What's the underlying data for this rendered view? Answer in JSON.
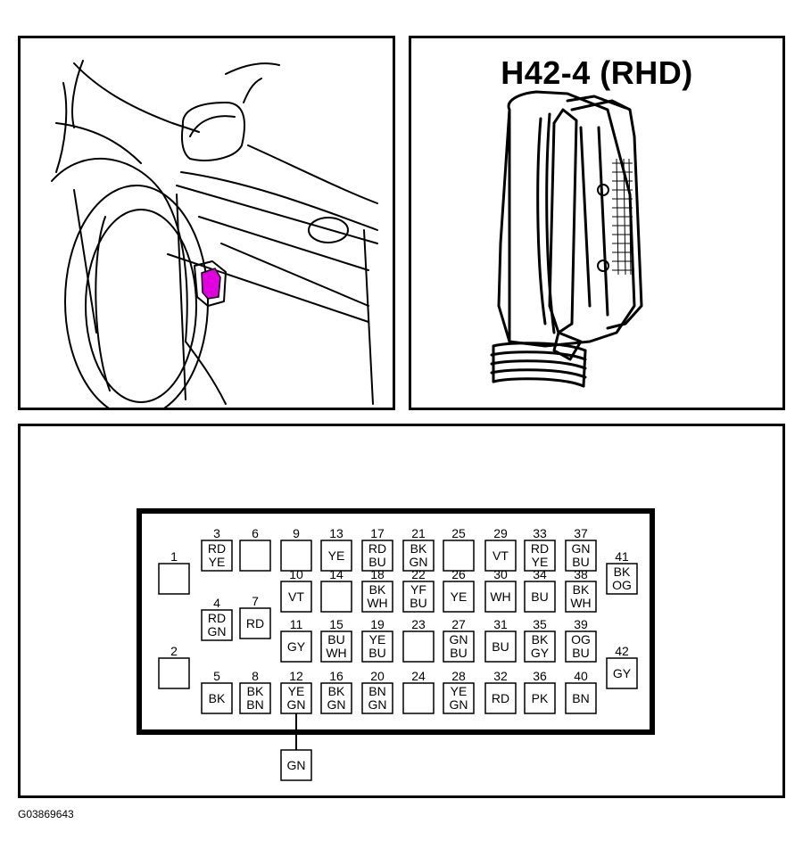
{
  "connector_title": "H42-4 (RHD)",
  "figure_code": "G03869643",
  "highlight_color": "#e000e0",
  "pins": [
    {
      "num": "1",
      "label": ""
    },
    {
      "num": "2",
      "label": ""
    },
    {
      "num": "3",
      "label": "RD YE"
    },
    {
      "num": "4",
      "label": "RD GN"
    },
    {
      "num": "5",
      "label": "BK"
    },
    {
      "num": "6",
      "label": ""
    },
    {
      "num": "7",
      "label": "RD"
    },
    {
      "num": "8",
      "label": "BK BN"
    },
    {
      "num": "9",
      "label": ""
    },
    {
      "num": "10",
      "label": "VT"
    },
    {
      "num": "11",
      "label": "GY"
    },
    {
      "num": "12",
      "label": "YE GN"
    },
    {
      "num": "13",
      "label": "YE"
    },
    {
      "num": "14",
      "label": ""
    },
    {
      "num": "15",
      "label": "BU WH"
    },
    {
      "num": "16",
      "label": "BK GN"
    },
    {
      "num": "17",
      "label": "RD BU"
    },
    {
      "num": "18",
      "label": "BK WH"
    },
    {
      "num": "19",
      "label": "YE BU"
    },
    {
      "num": "20",
      "label": "BN GN"
    },
    {
      "num": "21",
      "label": "BK GN"
    },
    {
      "num": "22",
      "label": "YF BU"
    },
    {
      "num": "23",
      "label": ""
    },
    {
      "num": "24",
      "label": ""
    },
    {
      "num": "25",
      "label": ""
    },
    {
      "num": "26",
      "label": "YE"
    },
    {
      "num": "27",
      "label": "GN BU"
    },
    {
      "num": "28",
      "label": "YE GN"
    },
    {
      "num": "29",
      "label": "VT"
    },
    {
      "num": "30",
      "label": "WH"
    },
    {
      "num": "31",
      "label": "BU"
    },
    {
      "num": "32",
      "label": "RD"
    },
    {
      "num": "33",
      "label": "RD YE"
    },
    {
      "num": "34",
      "label": "BU"
    },
    {
      "num": "35",
      "label": "BK GY"
    },
    {
      "num": "36",
      "label": "PK"
    },
    {
      "num": "37",
      "label": "GN BU"
    },
    {
      "num": "38",
      "label": "BK WH"
    },
    {
      "num": "39",
      "label": "OG BU"
    },
    {
      "num": "40",
      "label": "BN"
    },
    {
      "num": "41",
      "label": "BK OG"
    },
    {
      "num": "42",
      "label": "GY"
    }
  ],
  "splice_label": "GN"
}
